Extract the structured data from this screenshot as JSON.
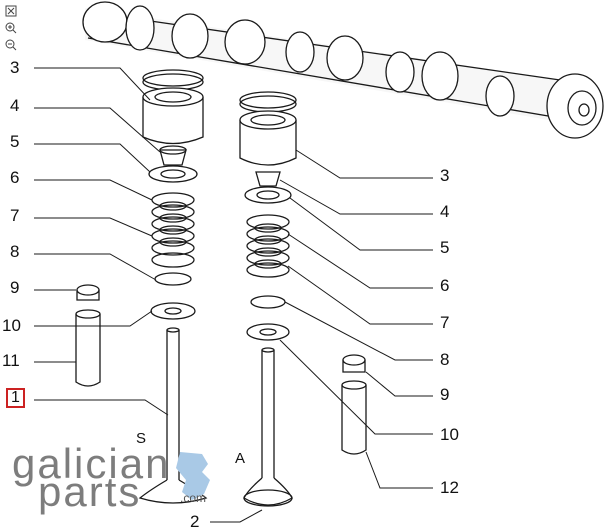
{
  "toolbar": {
    "icons": [
      "fit-page-icon",
      "zoom-in-icon",
      "zoom-out-icon"
    ]
  },
  "callouts_left": [
    "3",
    "4",
    "5",
    "6",
    "7",
    "8",
    "9",
    "10",
    "11",
    "1"
  ],
  "callouts_right": [
    "3",
    "4",
    "5",
    "6",
    "7",
    "8",
    "9",
    "10",
    "12"
  ],
  "callout_bottom": "2",
  "view_labels": {
    "left": "S",
    "right": "A"
  },
  "watermark": {
    "line1": "galician",
    "line2": "parts",
    "suffix": ".com",
    "accent": "#a9c9e6"
  },
  "colors": {
    "line": "#1a1a1a",
    "selected": "#cc2222"
  }
}
